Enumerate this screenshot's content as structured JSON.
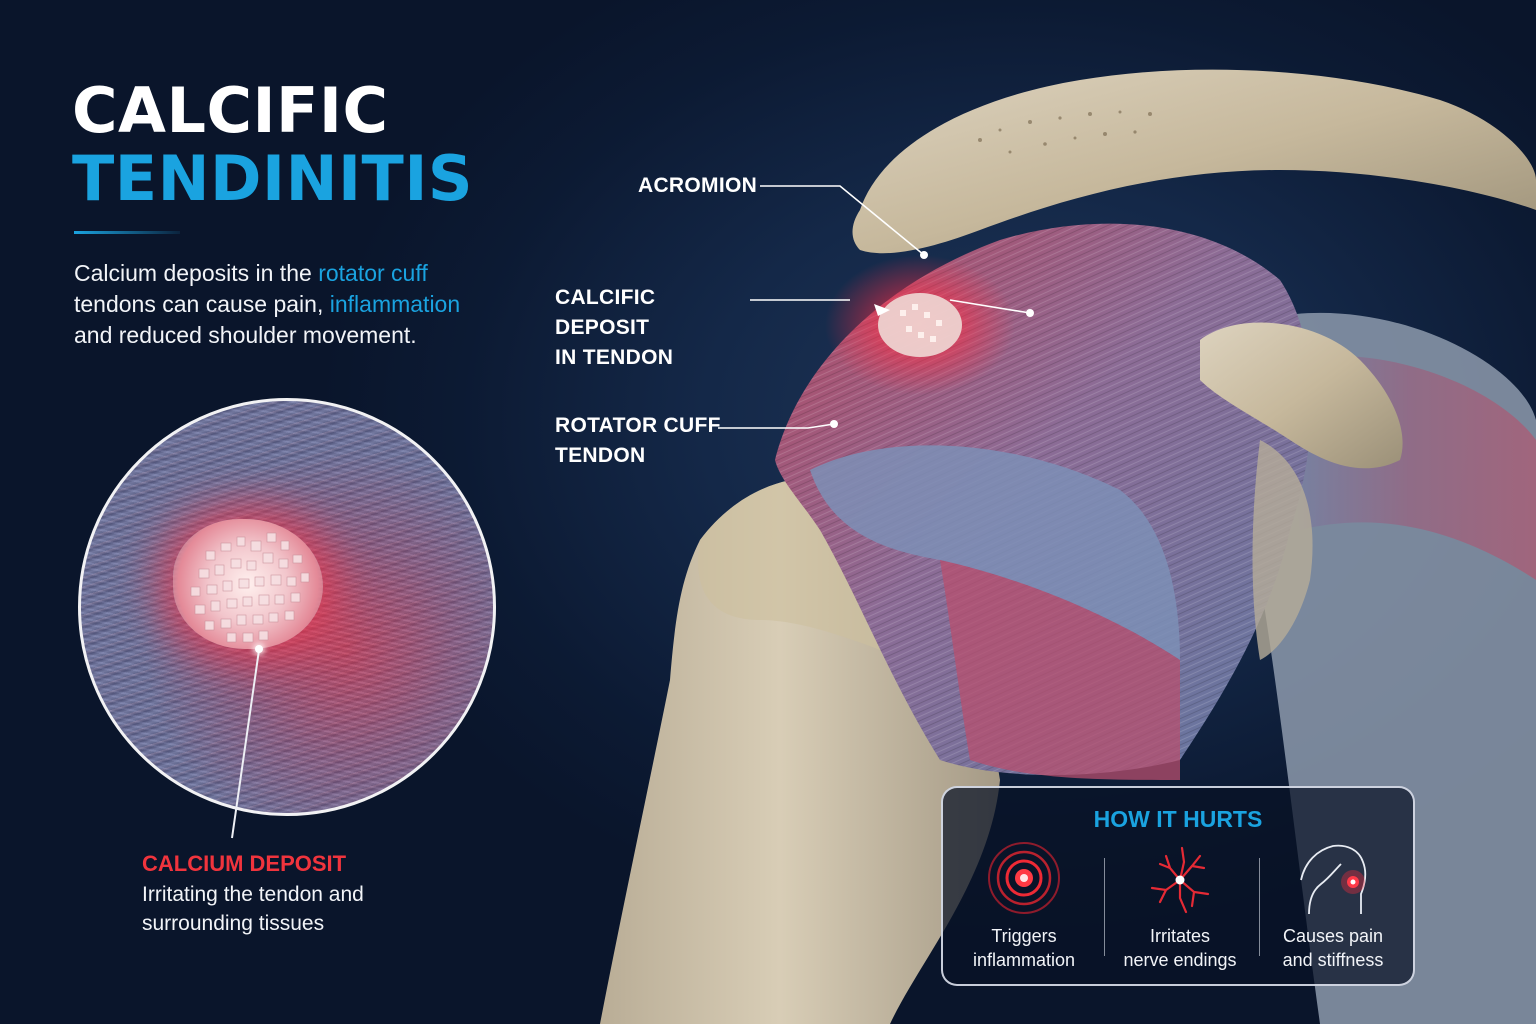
{
  "title": {
    "line1": "CALCIFIC",
    "line2": "TENDINITIS"
  },
  "intro": {
    "part1": "Calcium deposits in the ",
    "highlight1": "rotator cuff",
    "part2": " tendons can cause pain, ",
    "highlight2": "inflammation",
    "part3": " and reduced shoulder movement."
  },
  "zoom_callout": {
    "label": "CALCIUM DEPOSIT",
    "description": "Irritating the tendon and surrounding tissues"
  },
  "anatomy_labels": {
    "acromion": "ACROMION",
    "deposit_line1": "CALCIFIC DEPOSIT",
    "deposit_line2": "IN TENDON",
    "rotator_line1": "ROTATOR CUFF",
    "rotator_line2": "TENDON"
  },
  "how_it_hurts": {
    "title": "HOW IT HURTS",
    "items": [
      {
        "icon": "inflammation-target-icon",
        "line1": "Triggers",
        "line2": "inflammation"
      },
      {
        "icon": "nerve-endings-icon",
        "line1": "Irritates",
        "line2": "nerve endings"
      },
      {
        "icon": "shoulder-pain-icon",
        "line1": "Causes pain",
        "line2": "and stiffness"
      }
    ]
  },
  "colors": {
    "accent_blue": "#1aa3e0",
    "alert_red": "#f0343d",
    "background": "#0b1630"
  }
}
